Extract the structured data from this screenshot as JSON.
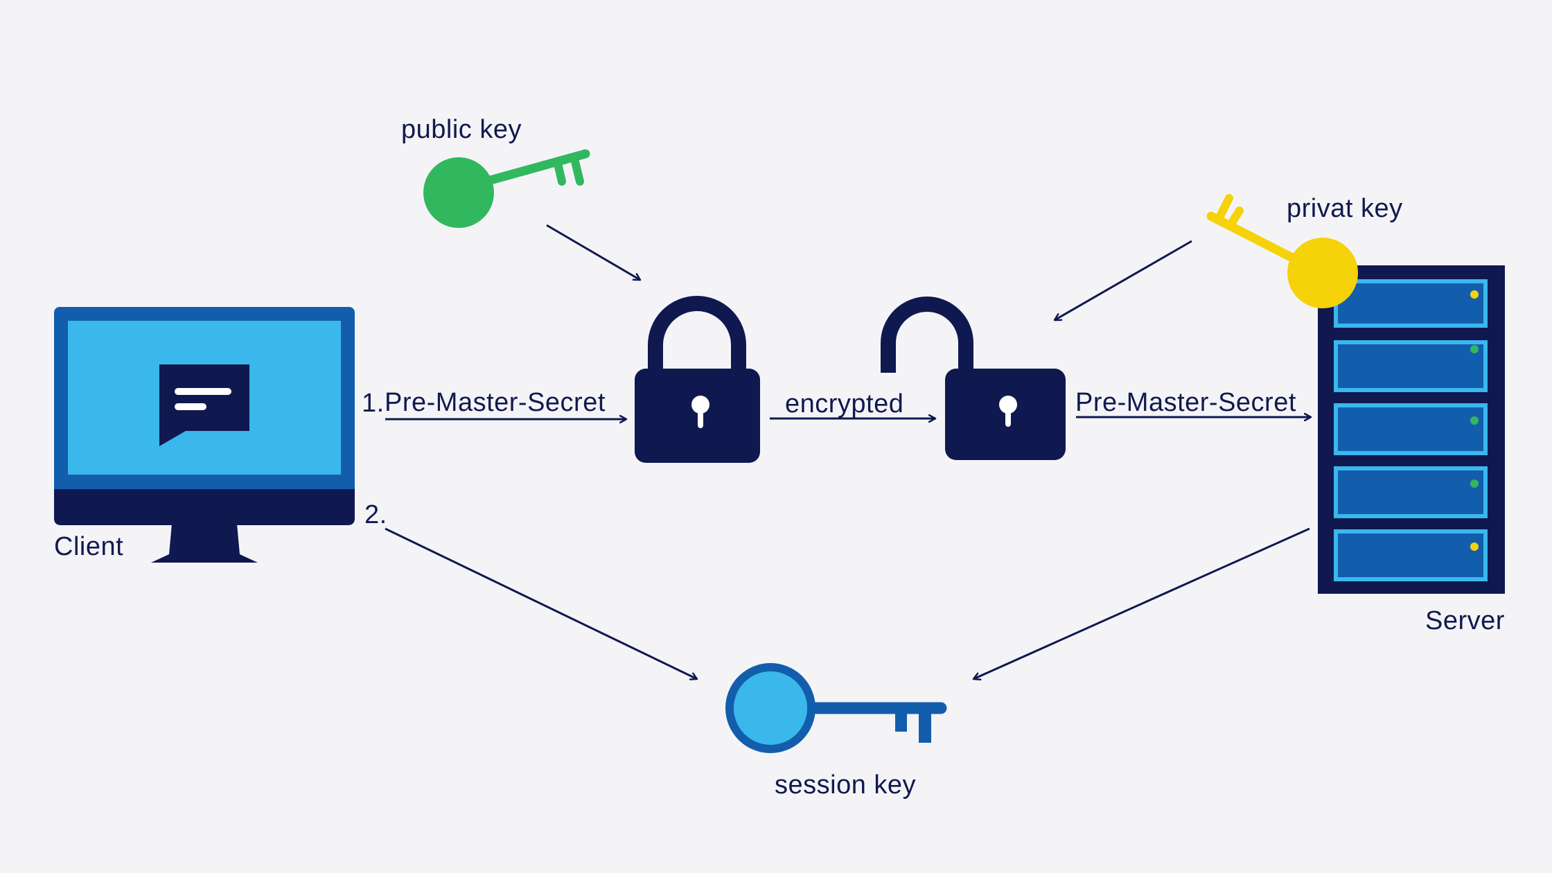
{
  "labels": {
    "public_key": "public key",
    "private_key": "privat key",
    "client": "Client",
    "server": "Server",
    "session_key": "session key",
    "step1_number": "1.",
    "step1_label": "Pre-Master-Secret",
    "encrypted": "encrypted",
    "server_input": "Pre-Master-Secret",
    "step2_number": "2."
  },
  "colors": {
    "navy": "#101850",
    "background": "#f4f4f7",
    "public_key": "#31b85f",
    "private_key": "#f5d20a",
    "session_key_fill": "#3ab8ec",
    "session_key_stroke": "#135dad",
    "screen": "#3ab8ec",
    "monitor_frame": "#135dad",
    "server_led_yellow": "#f5d20a",
    "server_led_green": "#31b85f"
  },
  "icons": [
    "monitor-icon",
    "chat-icon",
    "key-icon",
    "padlock-closed-icon",
    "padlock-open-icon",
    "server-rack-icon",
    "arrow-icon"
  ]
}
